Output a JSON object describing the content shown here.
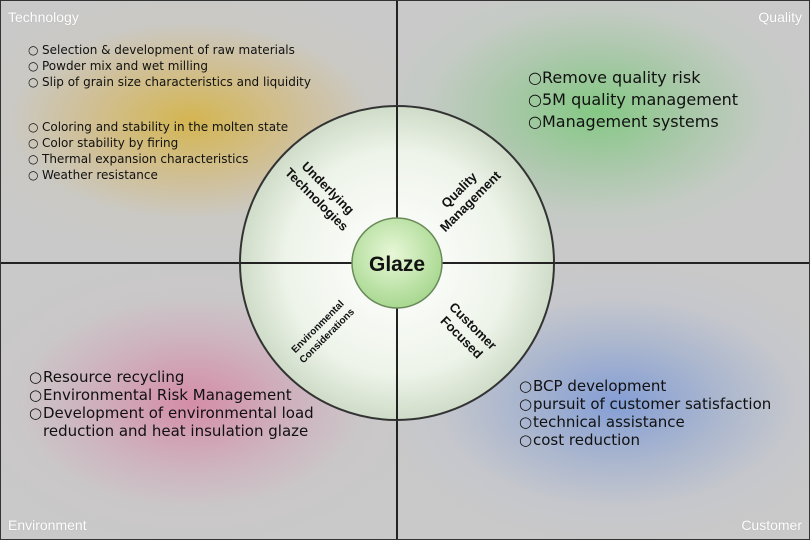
{
  "corners": {
    "technology": "Technology",
    "quality": "Quality",
    "environment": "Environment",
    "customer": "Customer"
  },
  "technology": {
    "group1": [
      "Selection & development of raw materials",
      "Powder mix and wet milling",
      "Slip of grain size characteristics and liquidity"
    ],
    "group2": [
      "Coloring and stability in the molten state",
      "Color stability by firing",
      "Thermal expansion characteristics",
      "Weather resistance"
    ]
  },
  "quality": {
    "items": [
      "Remove quality risk",
      "5M quality management",
      "Management systems"
    ]
  },
  "environment": {
    "items": [
      "Resource recycling",
      "Environmental Risk Management",
      "Development of environmental load reduction and heat insulation glaze"
    ]
  },
  "customer": {
    "items": [
      "BCP development",
      "pursuit of customer satisfaction",
      "technical assistance",
      "cost reduction"
    ]
  },
  "wheel": {
    "center": "Glaze",
    "segments": {
      "underlying_line1": "Underlying",
      "underlying_line2": "Technologies",
      "quality_line1": "Quality",
      "quality_line2": "Management",
      "environmental_line1": "Environmental",
      "environmental_line2": "Considerations",
      "customer_line1": "Customer",
      "customer_line2": "Focused"
    }
  },
  "colors": {
    "technology_accent": "#d6b23c",
    "quality_accent": "#78c878",
    "environment_accent": "#d782a0",
    "customer_accent": "#7896d7",
    "wheel_fill": "#e4eee0",
    "center_fill": "#b8e0a0"
  }
}
